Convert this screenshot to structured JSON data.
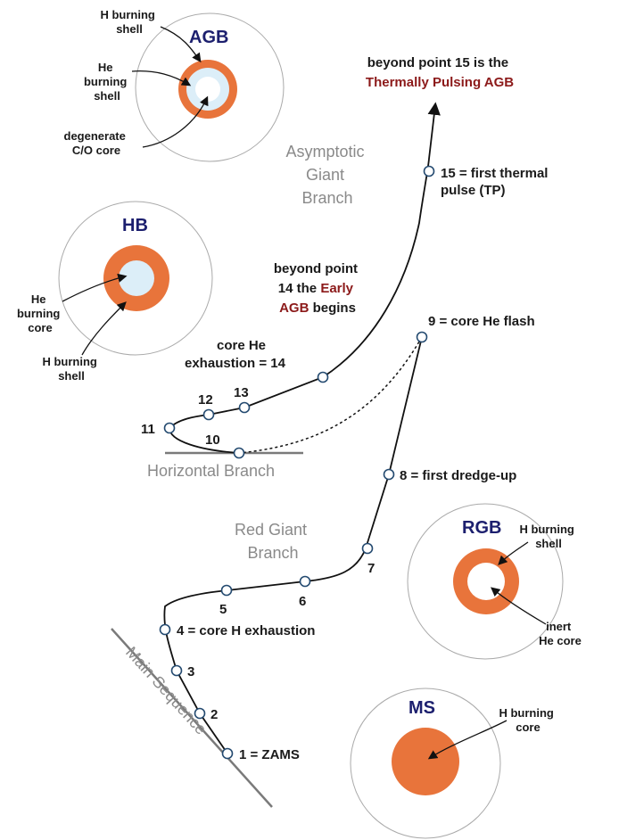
{
  "colors": {
    "shell_orange": "#e8743b",
    "core_light_blue": "#dceef8",
    "accent_red": "#8c1a1a",
    "label_navy": "#1c1f6e",
    "branch_gray": "#8a8a8a"
  },
  "panels": {
    "agb": {
      "title": "AGB",
      "h_shell_1": "H burning",
      "h_shell_2": "shell",
      "he_1": "He",
      "he_2": "burning",
      "he_3": "shell",
      "core_1": "degenerate",
      "core_2": "C/O core"
    },
    "hb": {
      "title": "HB",
      "he_1": "He",
      "he_2": "burning",
      "he_3": "core",
      "h_1": "H burning",
      "h_2": "shell"
    },
    "rgb": {
      "title": "RGB",
      "h_1": "H burning",
      "h_2": "shell",
      "inert_1": "inert",
      "inert_2": "He core"
    },
    "ms": {
      "title": "MS",
      "h_1": "H burning",
      "h_2": "core"
    }
  },
  "branches": {
    "agb_1": "Asymptotic",
    "agb_2": "Giant",
    "agb_3": "Branch",
    "horizontal": "Horizontal Branch",
    "rgb_1": "Red Giant",
    "rgb_2": "Branch",
    "ms": "Main Sequence"
  },
  "annotations": {
    "tp_1": "beyond point 15 is the",
    "tp_2": "Thermally Pulsing AGB",
    "eagb_1": "beyond point",
    "eagb_2a": "14 the ",
    "eagb_2b": "Early",
    "eagb_3a": "AGB",
    "eagb_3b": " begins",
    "he_exh_1": "core He",
    "he_exh_2": "exhaustion = 14"
  },
  "points": {
    "p1": "1 = ZAMS",
    "p2": "2",
    "p3": "3",
    "p4": "4 = core H exhaustion",
    "p5": "5",
    "p6": "6",
    "p7": "7",
    "p8": "8 = first dredge-up",
    "p9": "9 = core He flash",
    "p10": "10",
    "p11": "11",
    "p12": "12",
    "p13": "13",
    "p15_1": "15 = first thermal",
    "p15_2": "pulse (TP)"
  }
}
